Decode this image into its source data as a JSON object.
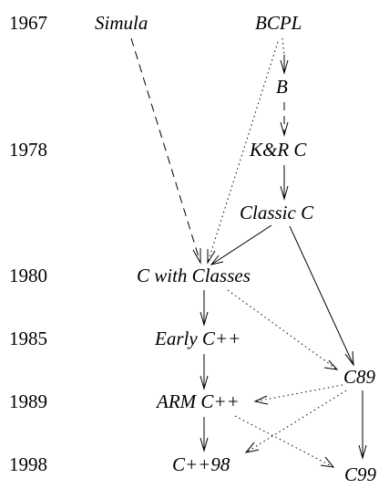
{
  "years": [
    "1967",
    "1978",
    "1980",
    "1985",
    "1989",
    "1998"
  ],
  "nodes": {
    "simula": "Simula",
    "bcpl": "BCPL",
    "b": "B",
    "kr_c": "K&R C",
    "classic_c": "Classic C",
    "c_with_classes": "C with Classes",
    "early_cpp": "Early C++",
    "c89": "C89",
    "arm_cpp": "ARM C++",
    "cpp98": "C++98",
    "c99": "C99"
  }
}
